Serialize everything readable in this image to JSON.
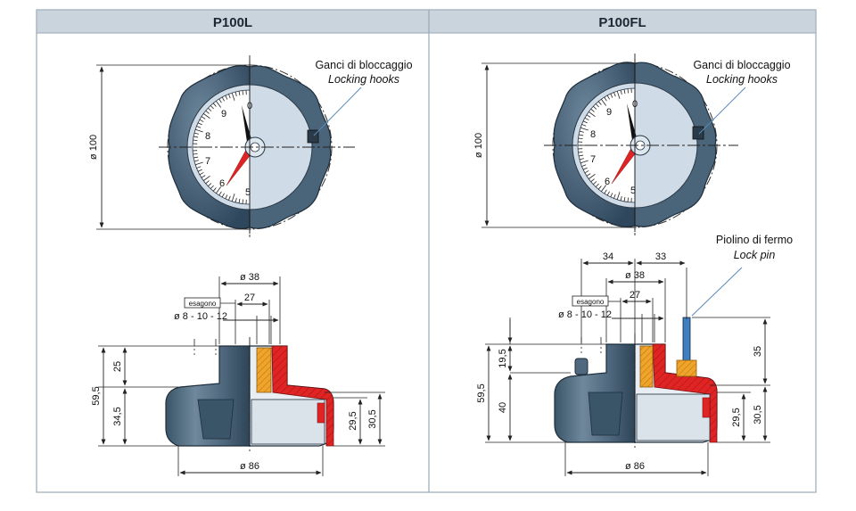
{
  "panels": [
    {
      "title": "P100L",
      "hooks_it": "Ganci di bloccaggio",
      "hooks_en": "Locking hooks",
      "dial_numbers": [
        "0",
        "9",
        "8",
        "7",
        "6",
        "5"
      ],
      "dims": {
        "dia_outer": "ø 100",
        "dia_38": "ø 38",
        "d27": "27",
        "hex_label": "esagono",
        "hex_sizes": "ø 8 - 10 - 12",
        "h25": "25",
        "h34_5": "34,5",
        "h59_5": "59,5",
        "h29_5": "29,5",
        "h30_5": "30,5",
        "dia_86": "ø 86"
      }
    },
    {
      "title": "P100FL",
      "hooks_it": "Ganci di bloccaggio",
      "hooks_en": "Locking hooks",
      "pin_it": "Piolino di fermo",
      "pin_en": "Lock pin",
      "dial_numbers": [
        "0",
        "9",
        "8",
        "7",
        "6",
        "5"
      ],
      "dims": {
        "dia_outer": "ø 100",
        "d34": "34",
        "d33": "33",
        "dia_38": "ø 38",
        "d27": "27",
        "hex_label": "esagono",
        "hex_sizes": "ø 8 - 10 - 12",
        "h19_5": "19,5",
        "h40": "40",
        "h59_5": "59,5",
        "h35": "35",
        "h29_5": "29,5",
        "h30_5": "30,5",
        "dia_86": "ø 86"
      }
    }
  ],
  "colors": {
    "header_bg": "#c9d4dd",
    "frame": "#9aa9b6",
    "knob_dark": "#3f5a72",
    "knob_mid": "#5d7890",
    "dial_face": "#ffffff",
    "dial_ring": "#cfdbe6",
    "section_red": "#e02424",
    "section_orange": "#f0a52a",
    "needle_red": "#e02424",
    "pin_blue": "#3f7fc0",
    "line": "#222222"
  }
}
